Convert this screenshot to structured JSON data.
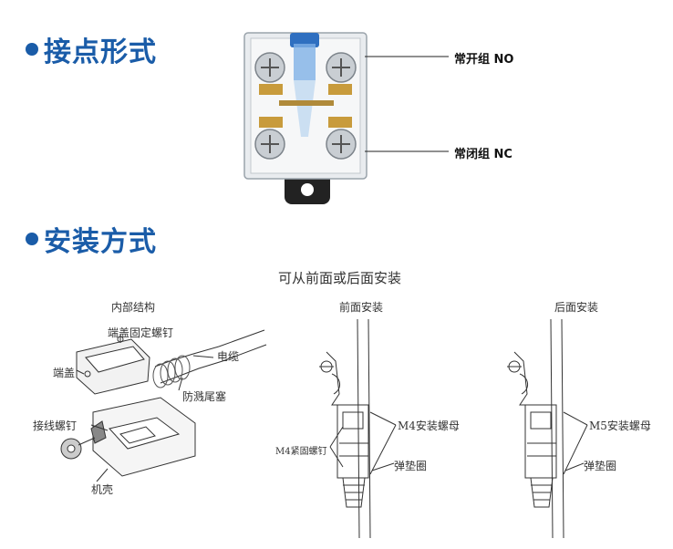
{
  "section1": {
    "title": "接点形式"
  },
  "section2": {
    "title": "安装方式"
  },
  "contact_callouts": {
    "no": "常开组 NO",
    "nc": "常闭组 NC"
  },
  "install": {
    "subtitle": "可从前面或后面安装",
    "structure": {
      "caption": "内部结构",
      "labels": {
        "cover_screw": "端盖固定螺钉",
        "cable": "电缆",
        "cover": "端盖",
        "seal": "防溅尾塞",
        "terminal_screw": "接线螺钉",
        "housing": "机壳"
      }
    },
    "front": {
      "caption": "前面安装",
      "labels": {
        "nut": "M4安装螺母",
        "fix_screw": "M4紧固螺钉",
        "washer": "弹垫圈"
      }
    },
    "back": {
      "caption": "后面安装",
      "labels": {
        "nut": "M5安装螺母",
        "washer": "弹垫圈"
      }
    }
  },
  "colors": {
    "accent": "#1a5ca8"
  }
}
